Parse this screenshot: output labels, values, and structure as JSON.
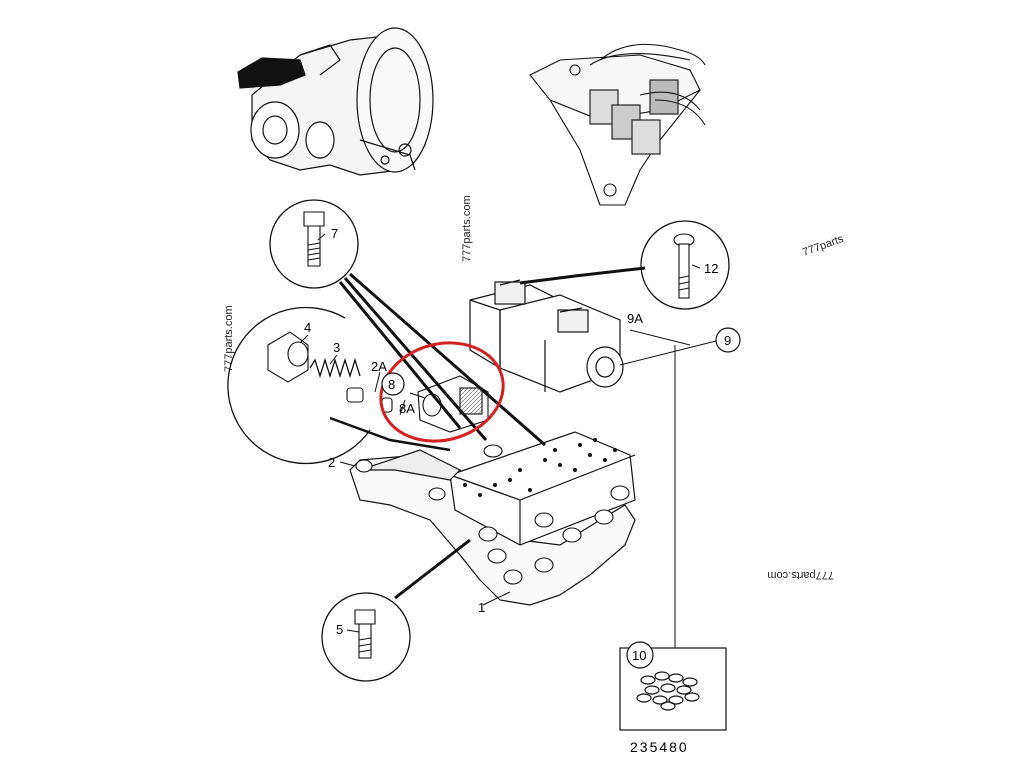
{
  "watermarks": [
    "777parts.com",
    "777parts.com",
    "777parts",
    "777parts.com"
  ],
  "callouts": {
    "c1": "1",
    "c2": "2",
    "c2a": "2A",
    "c3": "3",
    "c4": "4",
    "c5": "5",
    "c7": "7",
    "c8": "8",
    "c8a": "8A",
    "c9": "9",
    "c9a": "9A",
    "c10": "10",
    "c12": "12"
  },
  "part_number": "235480",
  "highlight_color": "#d42020"
}
